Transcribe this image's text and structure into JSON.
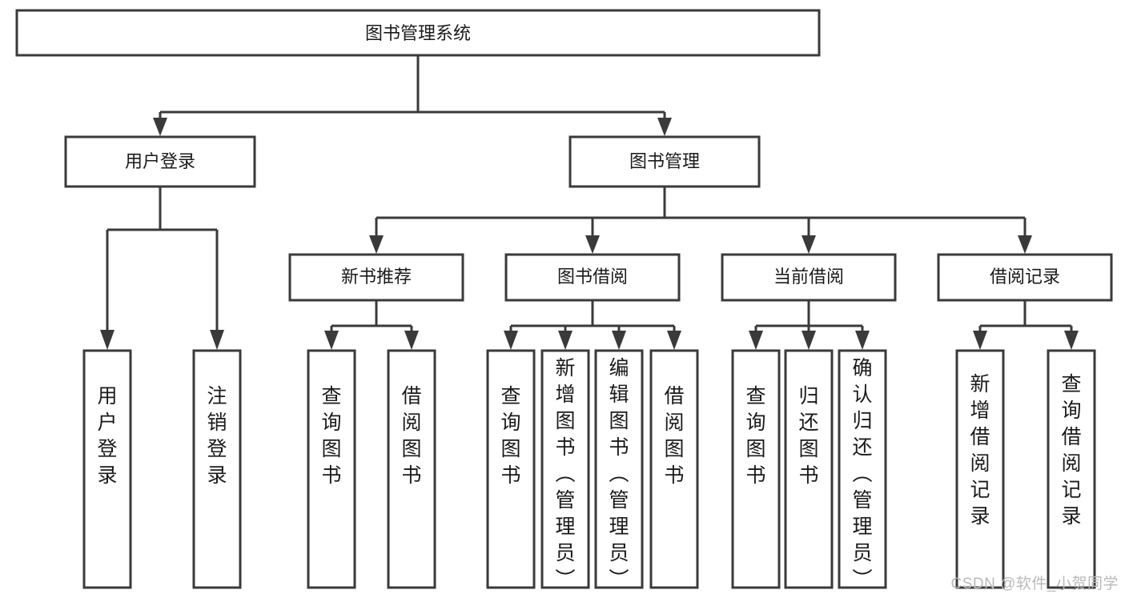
{
  "diagram": {
    "title": "图书管理系统",
    "type": "tree",
    "watermark": "CSDN @软件_小贺同学",
    "colors": {
      "stroke": "#3a3a3a",
      "fill": "#ffffff",
      "text": "#1a1a1a",
      "watermark": "#b9b9b9"
    },
    "levels": {
      "root": {
        "label": "图书管理系统"
      },
      "level2": [
        {
          "id": "user-login",
          "label": "用户登录"
        },
        {
          "id": "book-manage",
          "label": "图书管理"
        }
      ],
      "level3": [
        {
          "id": "new-book-recommend",
          "label": "新书推荐",
          "parent": "book-manage"
        },
        {
          "id": "book-borrow",
          "label": "图书借阅",
          "parent": "book-manage"
        },
        {
          "id": "current-borrow",
          "label": "当前借阅",
          "parent": "book-manage"
        },
        {
          "id": "borrow-record",
          "label": "借阅记录",
          "parent": "book-manage"
        }
      ],
      "leaves": [
        {
          "id": "leaf-user-login",
          "label": "用户登录",
          "parent": "user-login"
        },
        {
          "id": "leaf-logout-login",
          "label": "注销登录",
          "parent": "user-login"
        },
        {
          "id": "leaf-query-book-1",
          "label": "查询图书",
          "parent": "new-book-recommend"
        },
        {
          "id": "leaf-borrow-book-1",
          "label": "借阅图书",
          "parent": "new-book-recommend"
        },
        {
          "id": "leaf-query-book-2",
          "label": "查询图书",
          "parent": "book-borrow"
        },
        {
          "id": "leaf-add-book",
          "label": "新增图书（管理员）",
          "parent": "book-borrow"
        },
        {
          "id": "leaf-edit-book",
          "label": "编辑图书（管理员）",
          "parent": "book-borrow"
        },
        {
          "id": "leaf-borrow-book-2",
          "label": "借阅图书",
          "parent": "book-borrow"
        },
        {
          "id": "leaf-query-book-3",
          "label": "查询图书",
          "parent": "current-borrow"
        },
        {
          "id": "leaf-return-book",
          "label": "归还图书",
          "parent": "current-borrow"
        },
        {
          "id": "leaf-confirm-return",
          "label": "确认归还（管理员）",
          "parent": "current-borrow"
        },
        {
          "id": "leaf-add-record",
          "label": "新增借阅记录",
          "parent": "borrow-record"
        },
        {
          "id": "leaf-query-record",
          "label": "查询借阅记录",
          "parent": "borrow-record"
        }
      ]
    }
  }
}
